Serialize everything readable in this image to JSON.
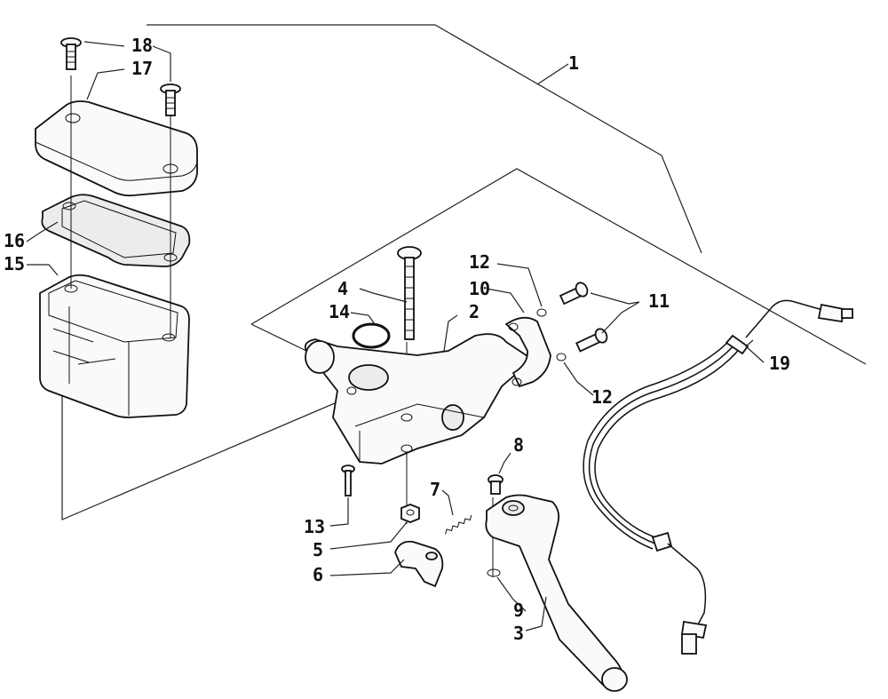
{
  "diagram": {
    "callouts": {
      "c1": "1",
      "c2": "2",
      "c3": "3",
      "c4": "4",
      "c5": "5",
      "c6": "6",
      "c7": "7",
      "c8": "8",
      "c9": "9",
      "c10": "10",
      "c11": "11",
      "c12a": "12",
      "c12b": "12",
      "c13": "13",
      "c14": "14",
      "c15": "15",
      "c16": "16",
      "c17": "17",
      "c18": "18",
      "c19": "19"
    },
    "colors": {
      "ink": "#111111",
      "paper": "#ffffff"
    }
  }
}
